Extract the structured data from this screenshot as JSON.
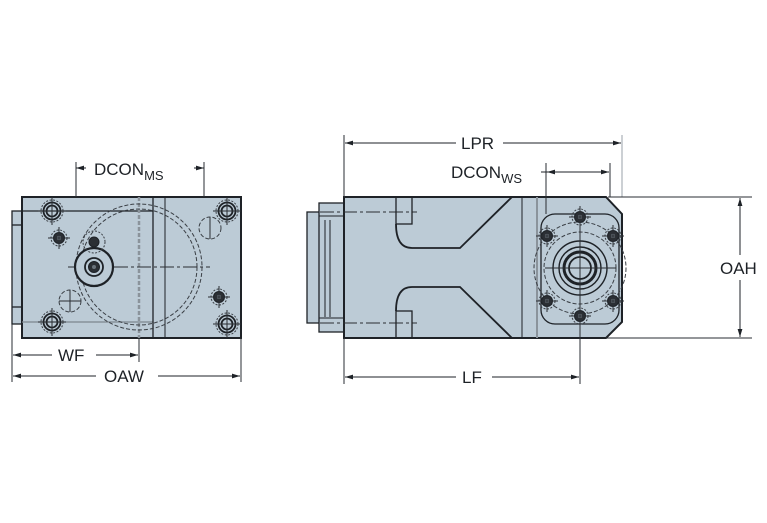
{
  "figure": {
    "type": "technical-dimension-drawing",
    "colors": {
      "body_fill": "#bccbd6",
      "line": "#1e2227",
      "background": "#ffffff",
      "extension_light": "#a9b0b6"
    },
    "views": [
      {
        "id": "end-view",
        "dimensions": {
          "dcon_ms": {
            "main": "DCON",
            "sub": "MS"
          },
          "wf": {
            "main": "WF"
          },
          "oaw": {
            "main": "OAW"
          }
        }
      },
      {
        "id": "side-view",
        "dimensions": {
          "lpr": {
            "main": "LPR"
          },
          "dcon_ws": {
            "main": "DCON",
            "sub": "WS"
          },
          "lf": {
            "main": "LF"
          },
          "oah": {
            "main": "OAH"
          }
        }
      }
    ]
  }
}
